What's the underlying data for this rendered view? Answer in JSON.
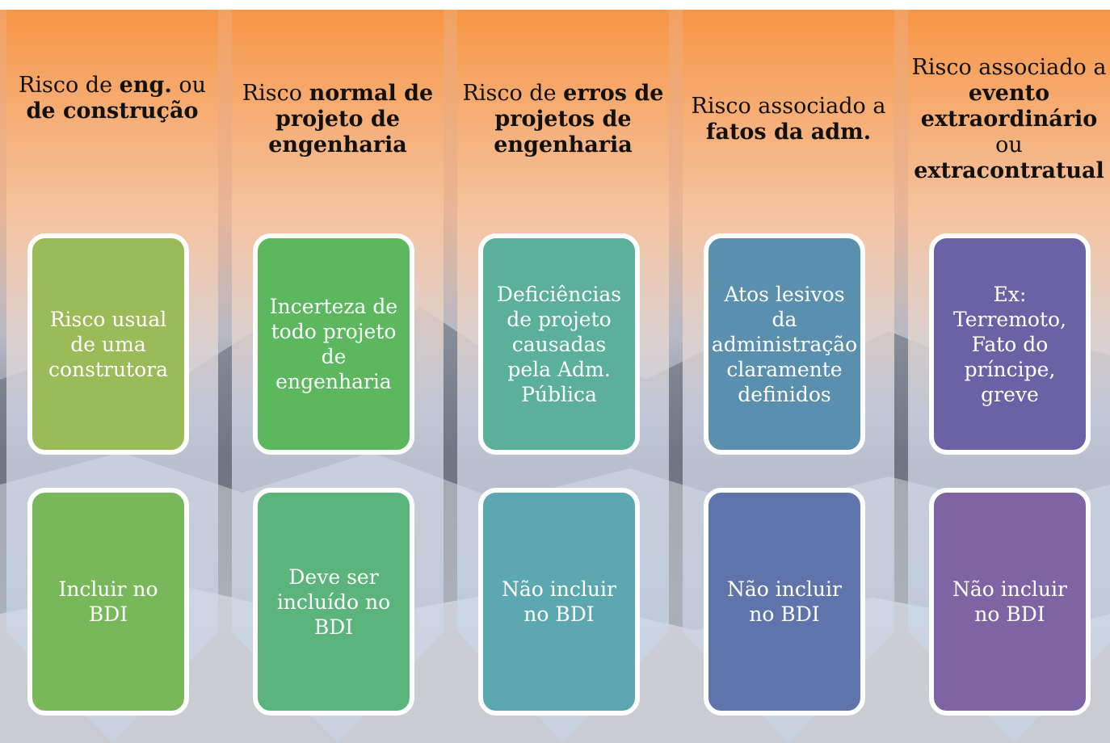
{
  "columns": [
    {
      "title_parts": [
        {
          "text": "Risco de ",
          "bold": false
        },
        {
          "text": "eng.",
          "bold": true
        },
        {
          "text": " ou ",
          "bold": false
        },
        {
          "text": "de construção",
          "bold": true
        }
      ],
      "description": "Risco usual de uma construtora",
      "bdi": "Incluir no BDI",
      "colors": {
        "top": "#9bbb59",
        "bottom": "#79b85a"
      }
    },
    {
      "title_parts": [
        {
          "text": "Risco ",
          "bold": false
        },
        {
          "text": "normal de projeto de engenharia",
          "bold": true
        }
      ],
      "description": "Incerteza de todo projeto de engenharia",
      "bdi": "Deve ser incluído no BDI",
      "colors": {
        "top": "#5cb85f",
        "bottom": "#5bb47c"
      }
    },
    {
      "title_parts": [
        {
          "text": "Risco de ",
          "bold": false
        },
        {
          "text": "erros de projetos de engenharia",
          "bold": true
        }
      ],
      "description": "Deficiências de projeto causadas pela Adm. Pública",
      "bdi": "Não incluir no BDI",
      "colors": {
        "top": "#5bb09a",
        "bottom": "#5ca8b0"
      }
    },
    {
      "title_parts": [
        {
          "text": "Risco associado a ",
          "bold": false
        },
        {
          "text": "fatos da adm.",
          "bold": true
        }
      ],
      "description": "Atos lesivos da administração claramente definidos",
      "bdi": "Não incluir no BDI",
      "colors": {
        "top": "#5b8fae",
        "bottom": "#5f74ab"
      }
    },
    {
      "title_parts": [
        {
          "text": "Risco associado a ",
          "bold": false
        },
        {
          "text": "evento extraordinário",
          "bold": true
        },
        {
          "text": " ou ",
          "bold": false
        },
        {
          "text": "extracontratual",
          "bold": true
        }
      ],
      "description": "Ex: Terremoto, Fato do príncipe, greve",
      "bdi": "Não incluir no BDI",
      "colors": {
        "top": "#6b62a6",
        "bottom": "#7e64a3"
      }
    }
  ],
  "theme": {
    "sky_top": "#f79646",
    "panel_mid": "#f4d6c6",
    "panel_low": "#c9d7ea",
    "arrow": "#c6d6ea"
  }
}
